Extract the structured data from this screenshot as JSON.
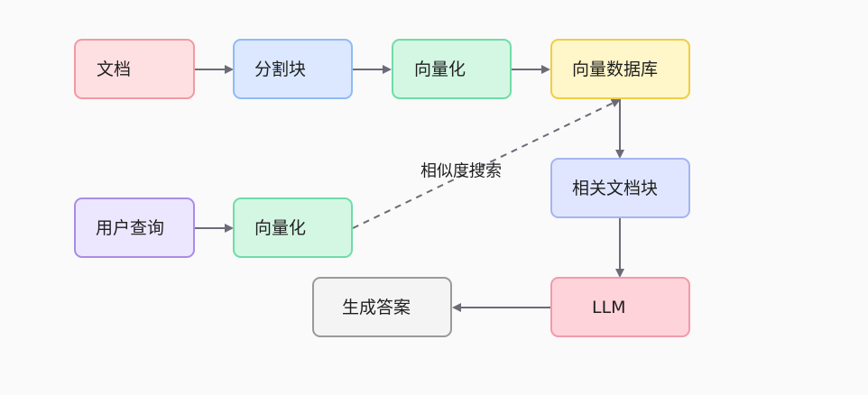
{
  "nodes": {
    "doc": {
      "label": "文档",
      "fill": "#ffe0e2",
      "stroke": "#f29aa2"
    },
    "split": {
      "label": "分割块",
      "fill": "#dbe8ff",
      "stroke": "#8ebcf2"
    },
    "embed1": {
      "label": "向量化",
      "fill": "#d4f7e4",
      "stroke": "#6fdca6"
    },
    "vectordb": {
      "label": "向量数据库",
      "fill": "#fff6c9",
      "stroke": "#f0cd45"
    },
    "relevant": {
      "label": "相关文档块",
      "fill": "#e0e6ff",
      "stroke": "#a7b4f0"
    },
    "query": {
      "label": "用户查询",
      "fill": "#ece6ff",
      "stroke": "#a98ce6"
    },
    "embed2": {
      "label": "向量化",
      "fill": "#d4f7e4",
      "stroke": "#6fdca6"
    },
    "llm": {
      "label": "LLM",
      "fill": "#ffd3da",
      "stroke": "#f29aaa"
    },
    "answer": {
      "label": "生成答案",
      "fill": "#f4f4f4",
      "stroke": "#9a9a9a"
    }
  },
  "edges": {
    "similarity_label": "相似度搜索"
  },
  "colors": {
    "edge": "#6b6b78",
    "background": "#fafafa"
  }
}
